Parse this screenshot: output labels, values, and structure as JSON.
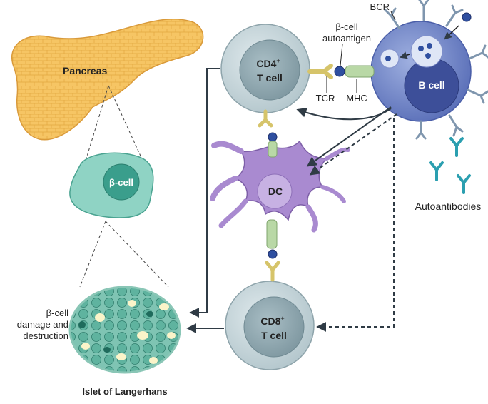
{
  "labels": {
    "pancreas": "Pancreas",
    "beta_cell": "β-cell",
    "islet": "Islet of Langerhans",
    "damage_line1": "β-cell",
    "damage_line2": "damage and",
    "damage_line3": "destruction",
    "cd4_line1": "CD4",
    "cd4_sup": "+",
    "cd4_line2": "T cell",
    "cd8_line1": "CD8",
    "cd8_sup": "+",
    "cd8_line2": "T cell",
    "dc": "DC",
    "bcell": "B cell",
    "bcr": "BCR",
    "autoantigen_line1": "β-cell",
    "autoantigen_line2": "autoantigen",
    "tcr": "TCR",
    "mhc": "MHC",
    "autoantibodies": "Autoantibodies"
  },
  "colors": {
    "pancreas": "#f6c564",
    "beta_cell_body": "#8fd3c4",
    "beta_cell_nucleus": "#3a9e8c",
    "t_cell_outer": "#c7d7dc",
    "t_cell_inner": "#93aab2",
    "dc_body": "#a98ad0",
    "b_cell_body": "#6f86c8",
    "b_cell_nucleus": "#3d4f99",
    "receptor_yellow": "#e9dc8a",
    "receptor_green": "#b9d8a6",
    "antibody": "#2b9fb0",
    "arrow": "#2f3b45"
  }
}
